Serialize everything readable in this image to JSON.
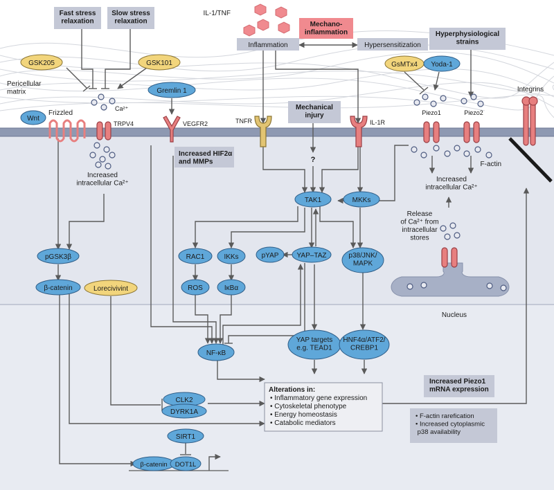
{
  "colors": {
    "background": "#ffffff",
    "cytoplasm": "#e3e6ee",
    "membrane": "#8e99b2",
    "node_blue": "#5fa7d9",
    "node_yellow": "#f2d57c",
    "box_grey": "#c4c8d6",
    "mechano_red": "#f08a8f",
    "receptor_red": "#e77f7f",
    "arrow": "#5a5a5a"
  },
  "labels": {
    "fast_stress": "Fast stress\nrelaxation",
    "slow_stress": "Slow stress\nrelaxation",
    "il1_tnf": "IL-1/TNF",
    "mechano_inflammation": "Mechano-\ninflammation",
    "inflammation": "Inflammation",
    "hypersensitization": "Hypersensitization",
    "hyperphysiological": "Hyperphysiological\nstrains",
    "gsk205": "GSK205",
    "gsk101": "GSK101",
    "gsmtx4": "GsMTx4",
    "yoda1": "Yoda-1",
    "pericellular": "Pericellular\nmatrix",
    "gremlin1": "Gremlin 1",
    "ca2": "Ca²⁺",
    "trpv4": "TRPV4",
    "wnt": "Wnt",
    "frizzled": "Frizzled",
    "vegfr2": "VEGFR2",
    "tnfr": "TNFR",
    "mechanical_injury": "Mechanical\ninjury",
    "il1r": "IL-1R",
    "piezo1": "Piezo1",
    "piezo2": "Piezo2",
    "integrins": "Integrins",
    "increased_ca_left": "Increased\nintracellular Ca²⁺",
    "increased_hif": "Increased HIF2α\nand MMPs",
    "question": "?",
    "f_actin": "F-actin",
    "increased_ca_right": "Increased\nintracellular Ca²⁺",
    "tak1": "TAK1",
    "mkks": "MKKs",
    "release_ca": "Release\nof Ca²⁺ from\nintracellular\nstores",
    "pgsk3b": "pGSK3β",
    "rac1": "RAC1",
    "ikks": "IKKs",
    "pyap": "pYAP",
    "yap_taz": "YAP–TAZ",
    "p38": "p38/JNK/\nMAPK",
    "b_catenin": "β-catenin",
    "lorecivivint": "Lorecivivint",
    "ros": "ROS",
    "ikba": "IκBα",
    "nucleus": "Nucleus",
    "yap_targets": "YAP targets\ne.g. TEAD1",
    "hnf4a": "HNF4α/ATF2/\nCREBP1",
    "nfkb": "NF-κB",
    "piezo1_mrna": "Increased Piezo1\nmRNA expression",
    "alterations_title": "Alterations in:",
    "alterations_items": [
      "• Inflammatory gene expression",
      "• Cytoskeletal phenotype",
      "• Energy homeostasis",
      "• Catabolic mediators"
    ],
    "clk2": "CLK2",
    "dyrk1a": "DYRK1A",
    "factin_items": [
      "• F-actin rarefication",
      "• Increased cytoplasmic",
      "  p38 availability"
    ],
    "sirt1": "SIRT1",
    "b_catenin_bottom": "β-catenin",
    "dot1l": "DOT1L"
  }
}
